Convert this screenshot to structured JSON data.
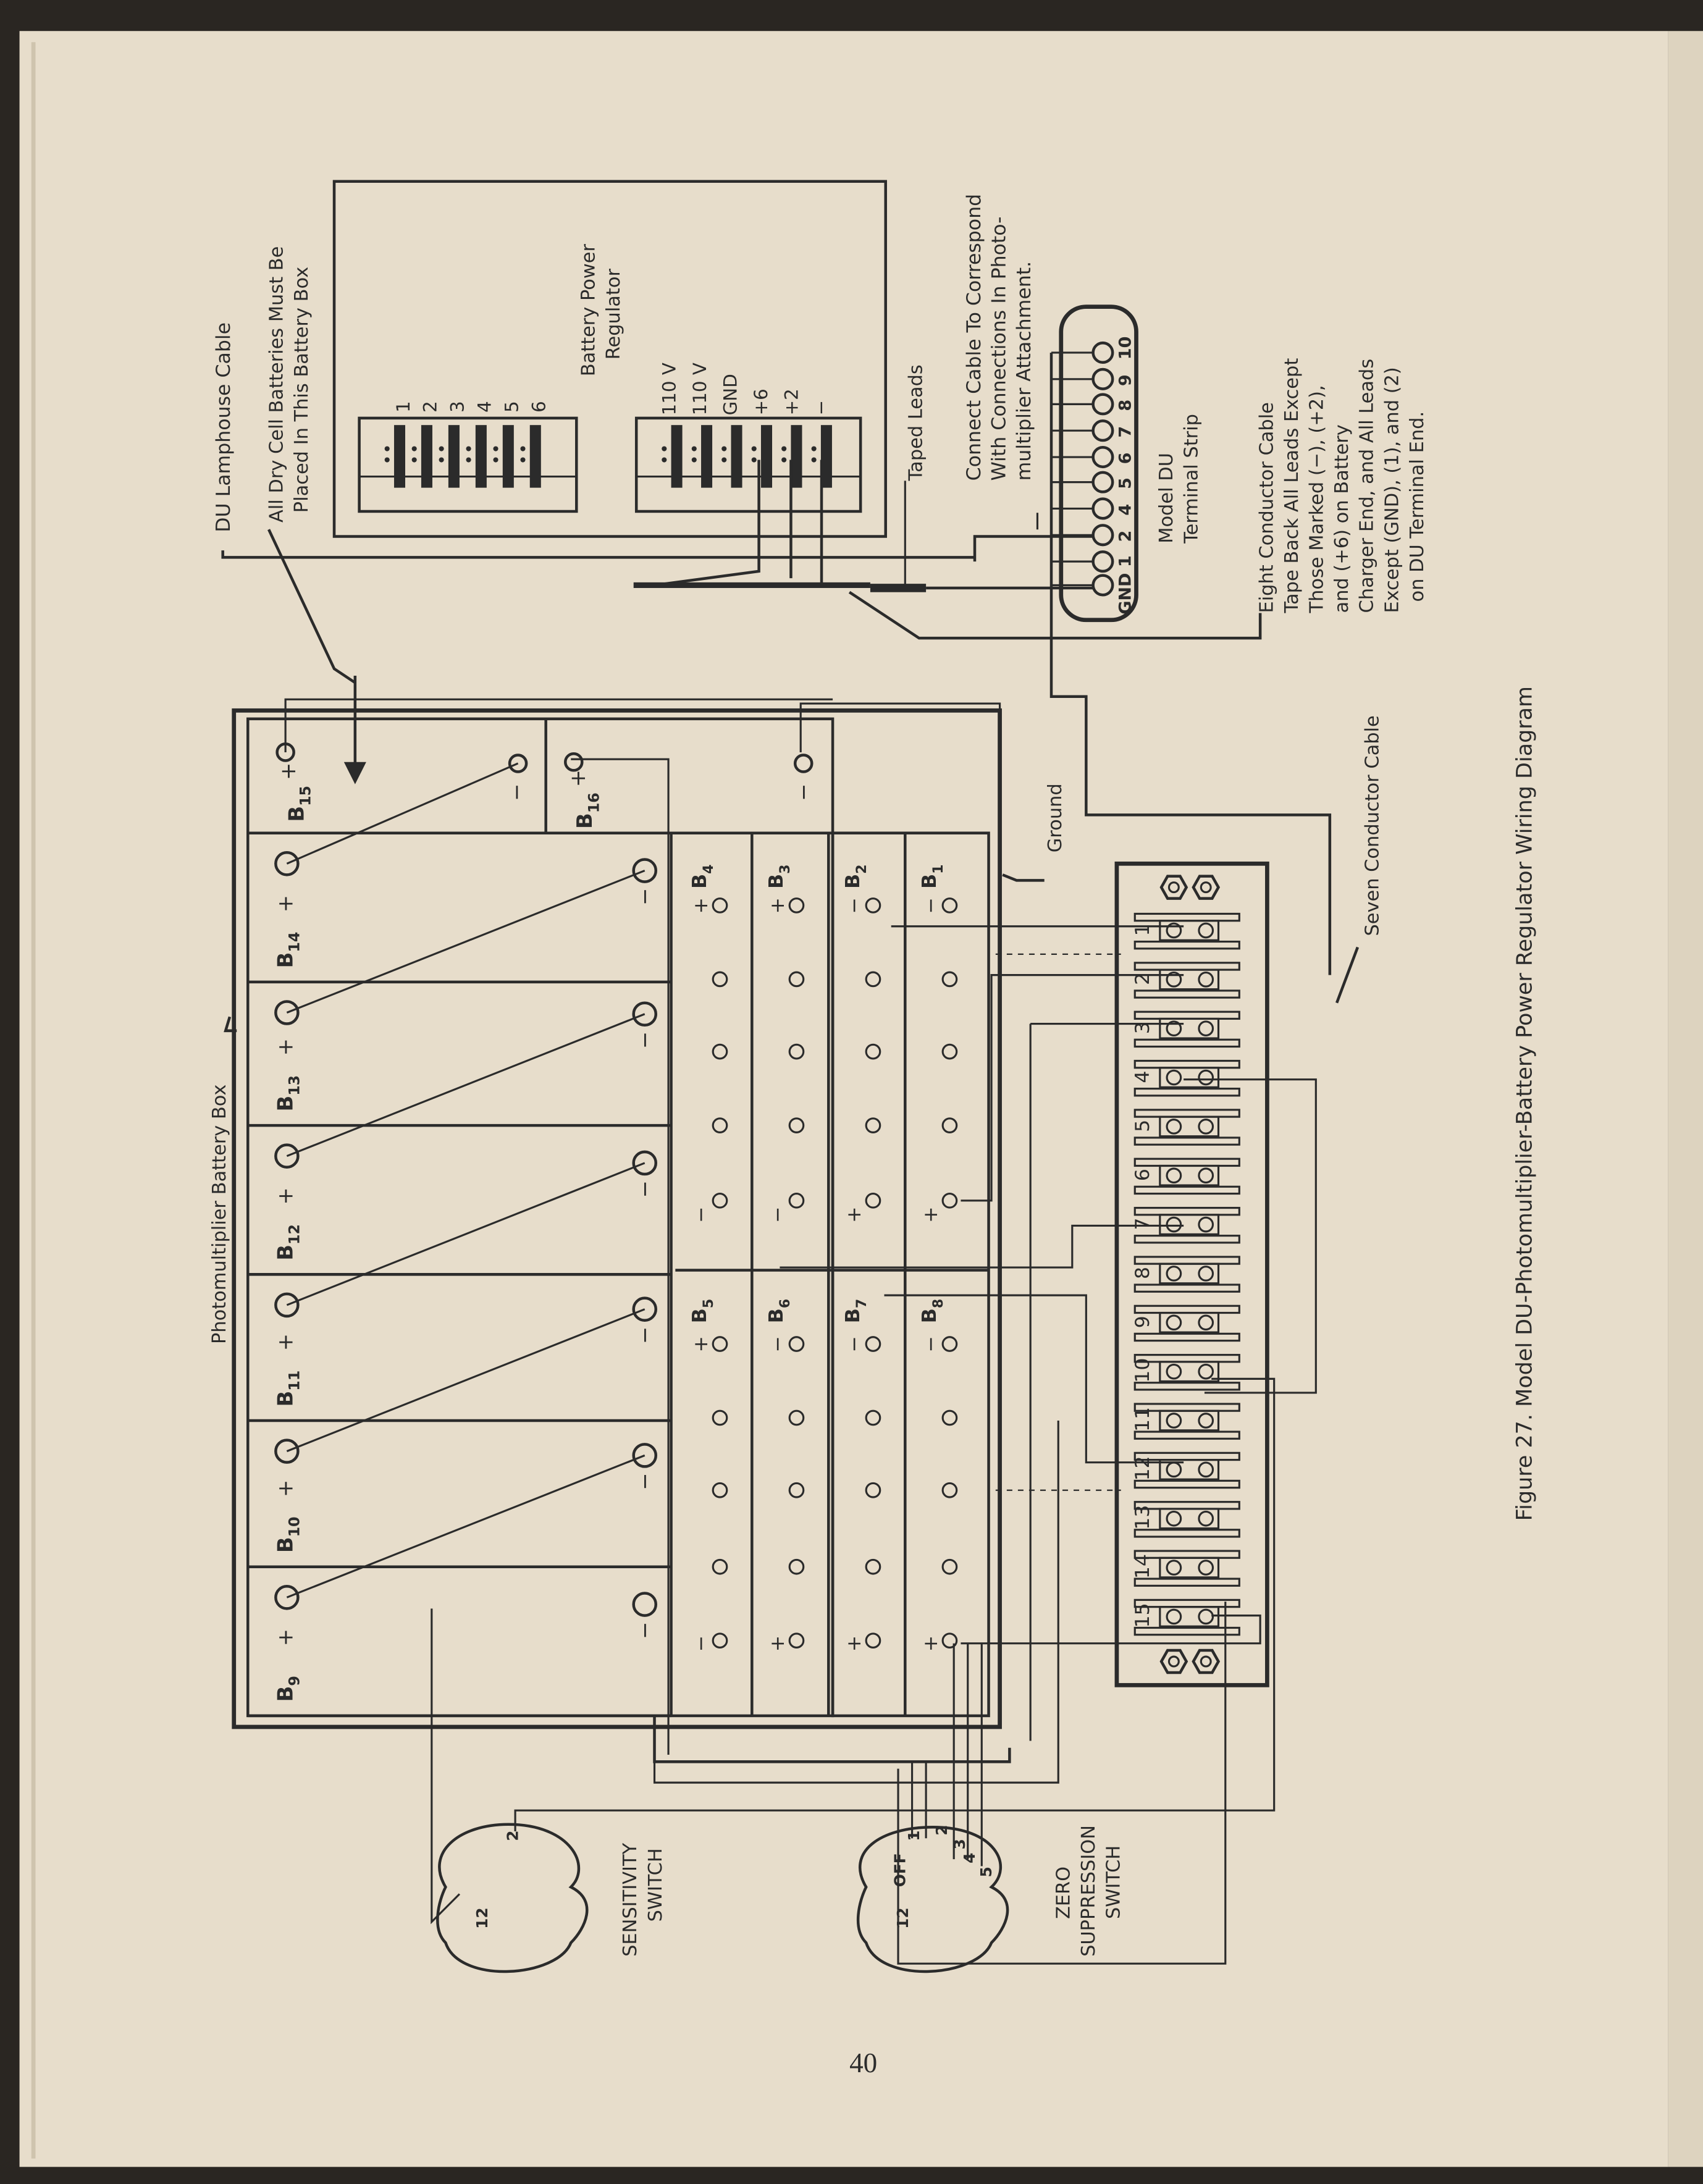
{
  "page_number": "40",
  "caption": "Figure 27. Model DU-Photomultiplier-Battery Power Regulator Wiring Diagram",
  "labels": {
    "du_lamphouse": "DU Lamphouse Cable",
    "dry_cell": [
      "All Dry Cell Batteries Must Be",
      "Placed In This Battery Box"
    ],
    "regulator": [
      "Battery Power",
      "Regulator"
    ],
    "taped_leads": "Taped Leads",
    "connect": [
      "Connect Cable To Correspond",
      "With Connections In Photo-",
      "multiplier Attachment."
    ],
    "du_strip": [
      "Model DU",
      "Terminal Strip"
    ],
    "eight_conductor": [
      "Eight Conductor Cable",
      "Tape Back All Leads Except",
      "Those Marked (−), (+2),",
      "and (+6) on Battery",
      "Charger End, and All Leads",
      "Except (GND), (1), and (2)",
      "on DU Terminal End."
    ],
    "seven_conductor": "Seven Conductor Cable",
    "ground": "Ground",
    "battery_box": "Photomultiplier Battery Box",
    "sensitivity": [
      "SENSITIVITY",
      "SWITCH"
    ],
    "zero_suppression": [
      "ZERO",
      "SUPPRESSION",
      "SWITCH"
    ]
  },
  "regulator_block1": [
    "1",
    "2",
    "3",
    "4",
    "5",
    "6"
  ],
  "regulator_block2": [
    "110 V",
    "110 V",
    "GND",
    "+6",
    "+2",
    "−"
  ],
  "du_pins": [
    "GND",
    "1",
    "2",
    "4",
    "5",
    "6",
    "7",
    "8",
    "9",
    "10"
  ],
  "polarity": {
    "plus": "+",
    "minus": "−"
  },
  "top_cells": [
    {
      "label": "B",
      "sub": "15"
    },
    {
      "label": "B",
      "sub": "16"
    }
  ],
  "large_cells": [
    {
      "label": "B",
      "sub": "14"
    },
    {
      "label": "B",
      "sub": "13"
    },
    {
      "label": "B",
      "sub": "12"
    },
    {
      "label": "B",
      "sub": "11"
    },
    {
      "label": "B",
      "sub": "10"
    },
    {
      "label": "B",
      "sub": "9"
    }
  ],
  "small_cells_top": [
    {
      "label": "B",
      "sub": "4"
    },
    {
      "label": "B",
      "sub": "3"
    },
    {
      "label": "B",
      "sub": "2"
    },
    {
      "label": "B",
      "sub": "1"
    }
  ],
  "small_cells_bottom": [
    {
      "label": "B",
      "sub": "5"
    },
    {
      "label": "B",
      "sub": "6"
    },
    {
      "label": "B",
      "sub": "7"
    },
    {
      "label": "B",
      "sub": "8"
    }
  ],
  "terminal_strip": [
    "1",
    "2",
    "3",
    "4",
    "5",
    "6",
    "7",
    "8",
    "9",
    "10",
    "11",
    "12",
    "13",
    "14",
    "15"
  ],
  "sensitivity_positions": [
    "2",
    "12"
  ],
  "zero_positions": [
    "OFF",
    "1",
    "2",
    "3",
    "4",
    "5",
    "12"
  ]
}
